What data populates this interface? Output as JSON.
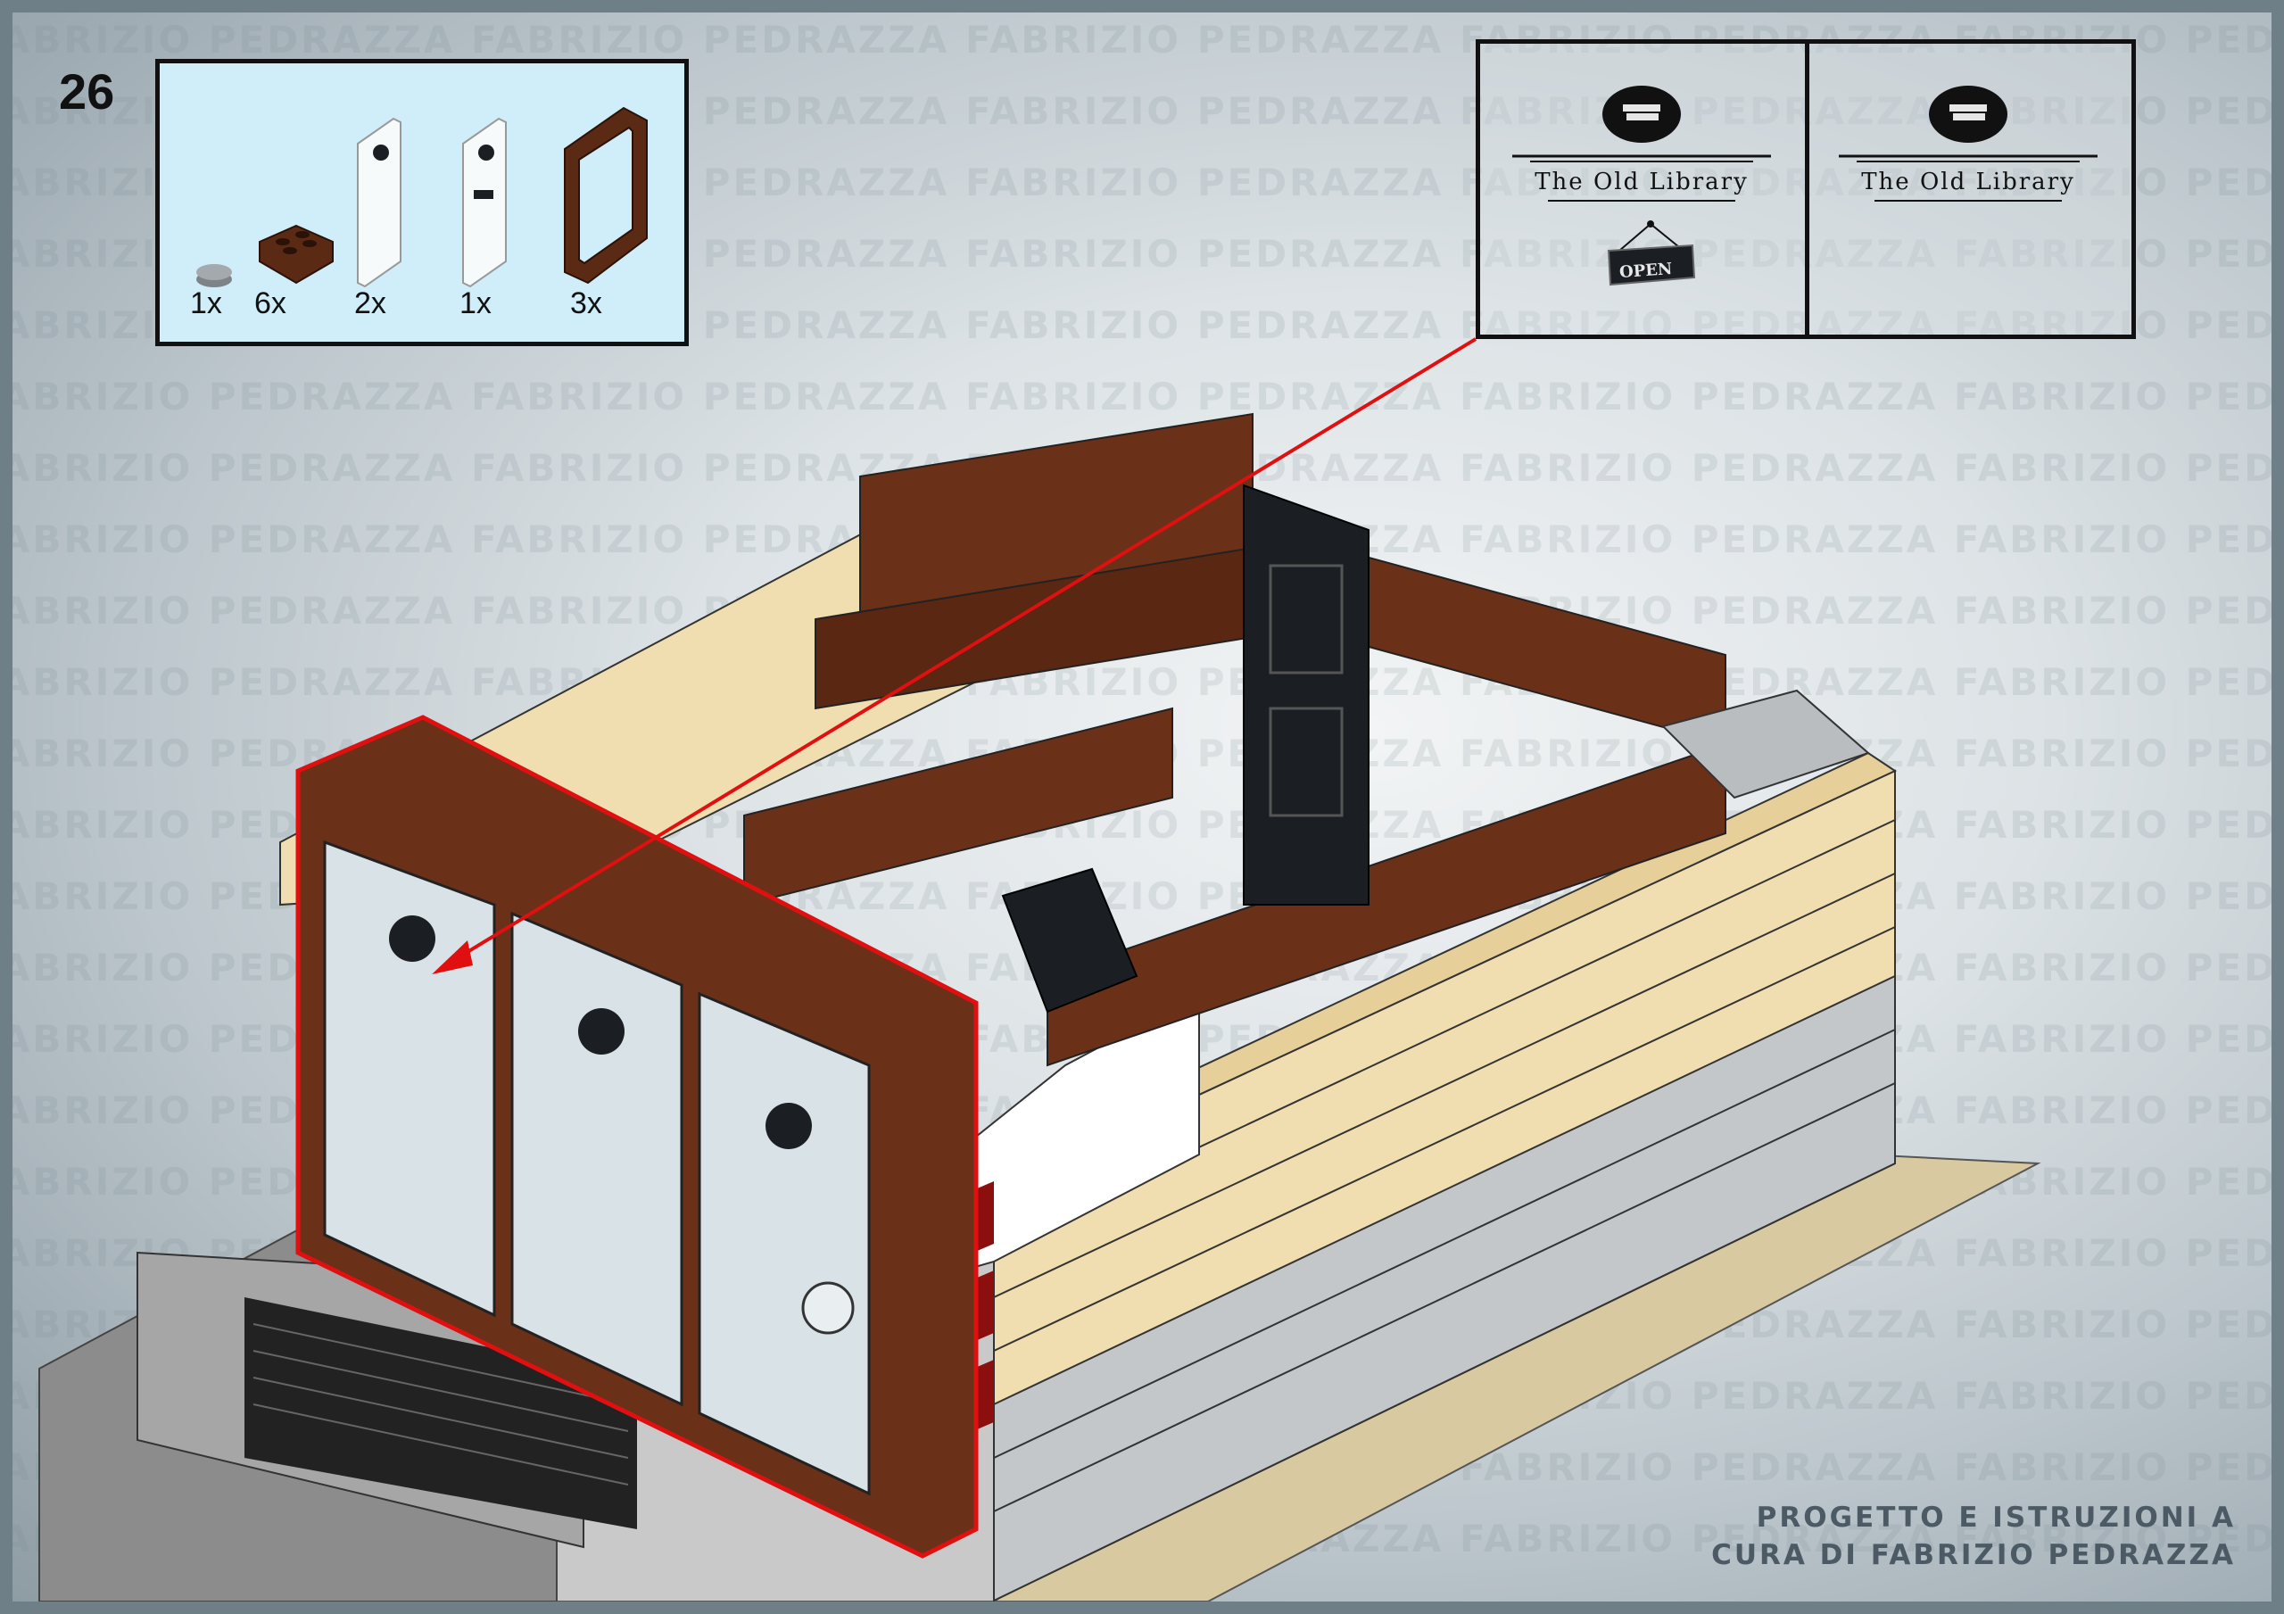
{
  "step": {
    "number": "26"
  },
  "parts": [
    {
      "name": "round-tile-1x1",
      "qty": "1x",
      "color": "#9aa0a4"
    },
    {
      "name": "slope-brick-2x2",
      "qty": "6x",
      "color": "#5b2a14"
    },
    {
      "name": "glass-pane",
      "qty": "2x",
      "color": "#f4f8fa"
    },
    {
      "name": "glass-pane-decorated",
      "qty": "1x",
      "color": "#f4f8fa"
    },
    {
      "name": "window-frame",
      "qty": "3x",
      "color": "#5b2a14"
    }
  ],
  "callout": {
    "sign_text_left": "The Old Library",
    "sign_text_right": "The Old Library",
    "hanging_sign": "OPEN"
  },
  "watermark": {
    "text": "FABRIZIO PEDRAZZA"
  },
  "credits": {
    "line1": "PROGETTO E ISTRUZIONI A",
    "line2": "CURA DI FABRIZIO PEDRAZZA"
  },
  "colors": {
    "brown": "#6b3018",
    "brown_dark": "#4a1f0e",
    "tan": "#f0deb0",
    "gray": "#b9bdbf",
    "highlight": "#e01010"
  }
}
